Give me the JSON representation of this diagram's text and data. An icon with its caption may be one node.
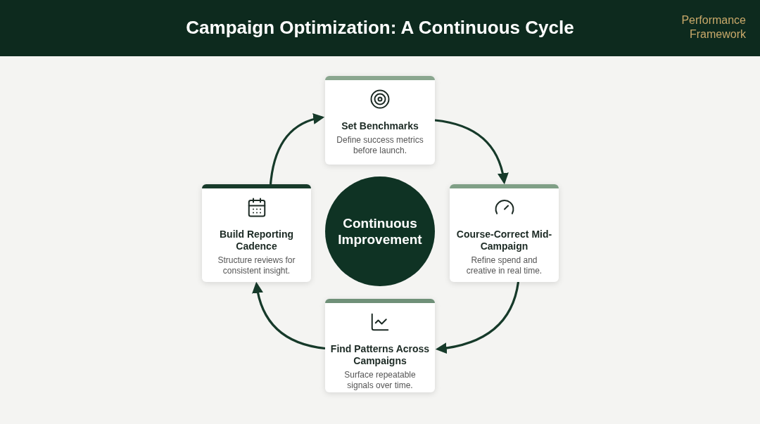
{
  "diagram": {
    "title": "Campaign Optimization: A Continuous Cycle",
    "nodes": [
      {
        "text": [
          "Set Benchmarks",
          "Define success metrics before launch."
        ]
      },
      {
        "text": [
          "Course-Correct Mid-Campaign",
          "Refine spend and creative in real time."
        ]
      },
      {
        "text": [
          "Find Patterns Across Campaigns",
          "Surface repeatable signals over time."
        ]
      },
      {
        "text": [
          "Build Reporting Cadence",
          "Structure reviews for consistent insight."
        ]
      },
      {
        "text": [
          "Continuous Improvement"
        ]
      }
    ],
    "edges": [
      {
        "from": 0,
        "to": 1,
        "arrow": "to"
      },
      {
        "from": 1,
        "to": 2,
        "arrow": "to"
      },
      {
        "from": 2,
        "to": 3,
        "arrow": "to"
      },
      {
        "from": 3,
        "to": 0,
        "arrow": "to"
      }
    ],
    "labels": [
      "Performance Framework"
    ]
  }
}
